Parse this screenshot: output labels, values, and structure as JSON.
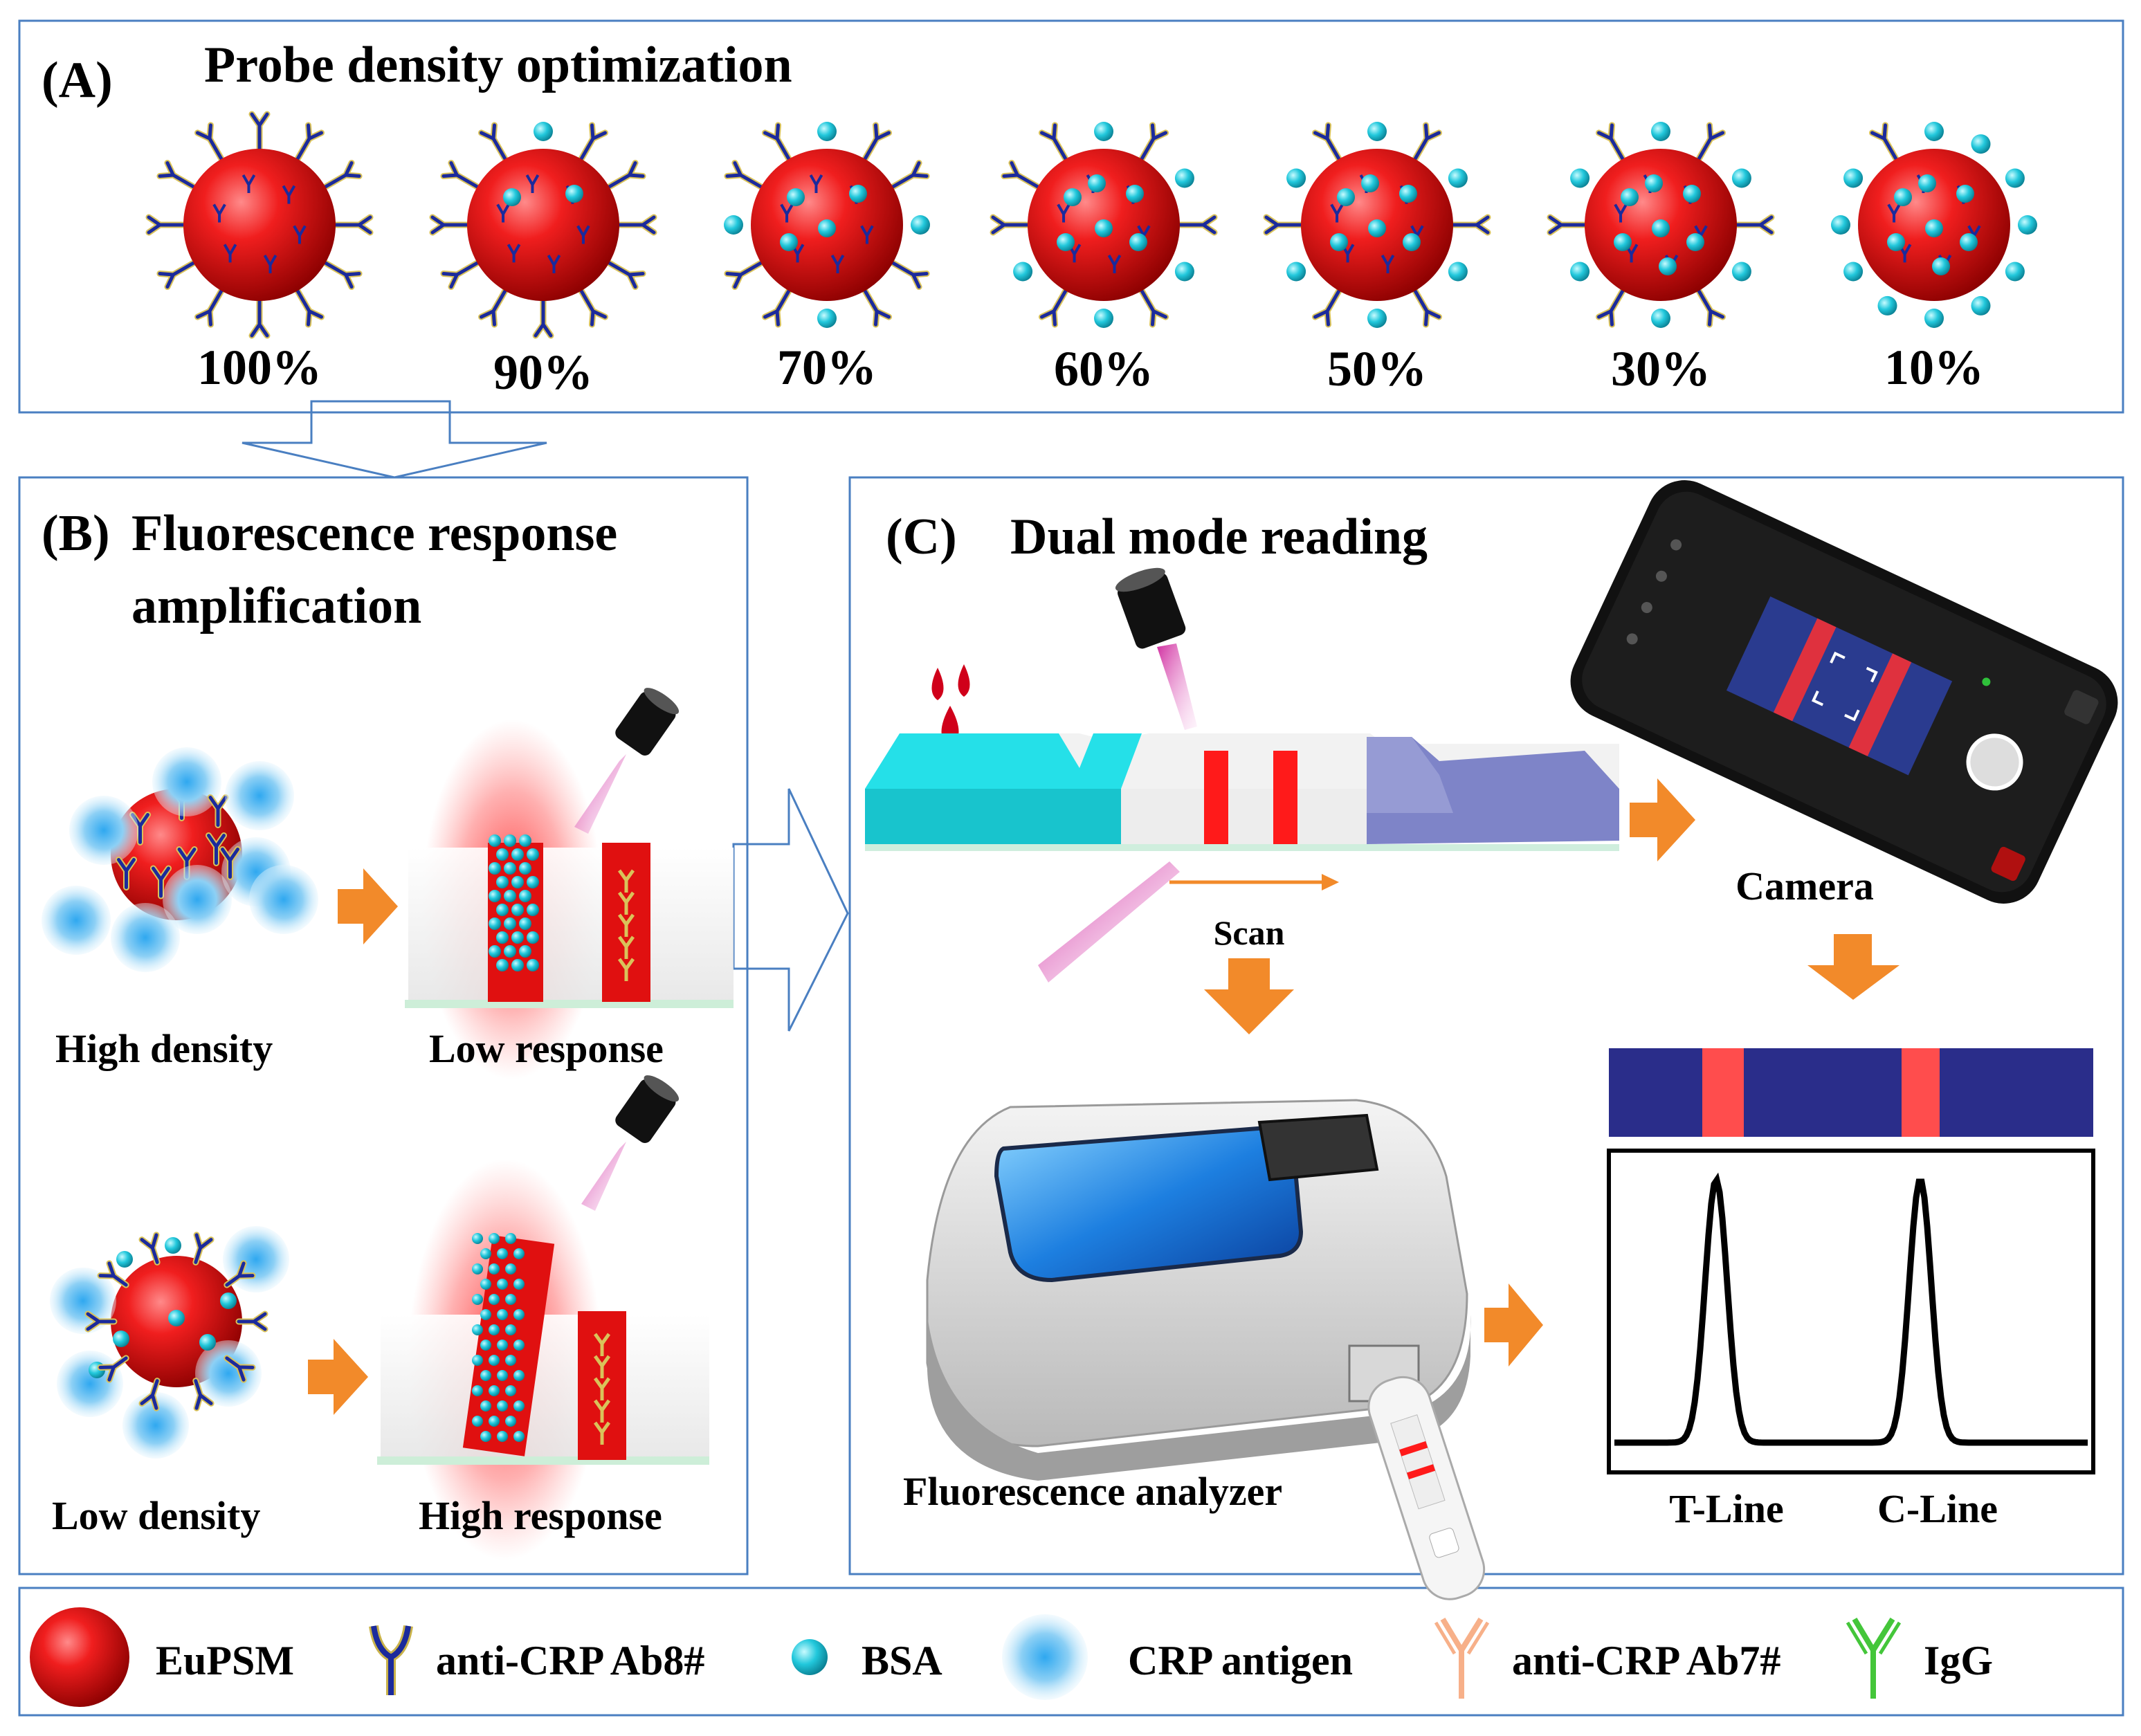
{
  "panelA": {
    "label": "(A)",
    "title": "Probe density optimization",
    "percentages": [
      "100%",
      "90%",
      "70%",
      "60%",
      "50%",
      "30%",
      "10%"
    ],
    "bsa_counts": [
      0,
      2,
      4,
      6,
      6,
      7,
      7
    ]
  },
  "panelB": {
    "label": "(B)",
    "title_line1": "Fluorescence response",
    "title_line2": "amplification",
    "high_density": "High density",
    "low_response": "Low response",
    "low_density": "Low density",
    "high_response": "High response"
  },
  "panelC": {
    "label": "(C)",
    "title": "Dual mode reading",
    "scan": "Scan",
    "camera": "Camera",
    "analyzer": "Fluorescence analyzer",
    "t_line": "T-Line",
    "c_line": "C-Line"
  },
  "legend": {
    "eupsm": "EuPSM",
    "ab8": "anti-CRP Ab8#",
    "bsa": "BSA",
    "crp": "CRP antigen",
    "ab7": "anti-CRP Ab7#",
    "igg": "IgG"
  },
  "colors": {
    "frame": "#4a7fc1",
    "sphere": "#e01010",
    "bsa": "#22c8dc",
    "crp": "#6fc4f0",
    "antibody": "#1b2a9c",
    "arrow": "#f28a2a",
    "strip_cyan": "#25e0e8",
    "strip_purple": "#7e84c8",
    "line_red": "#ff1a1a",
    "readout_bg": "#2a2d8a",
    "readout_band": "#ff4d4d"
  }
}
